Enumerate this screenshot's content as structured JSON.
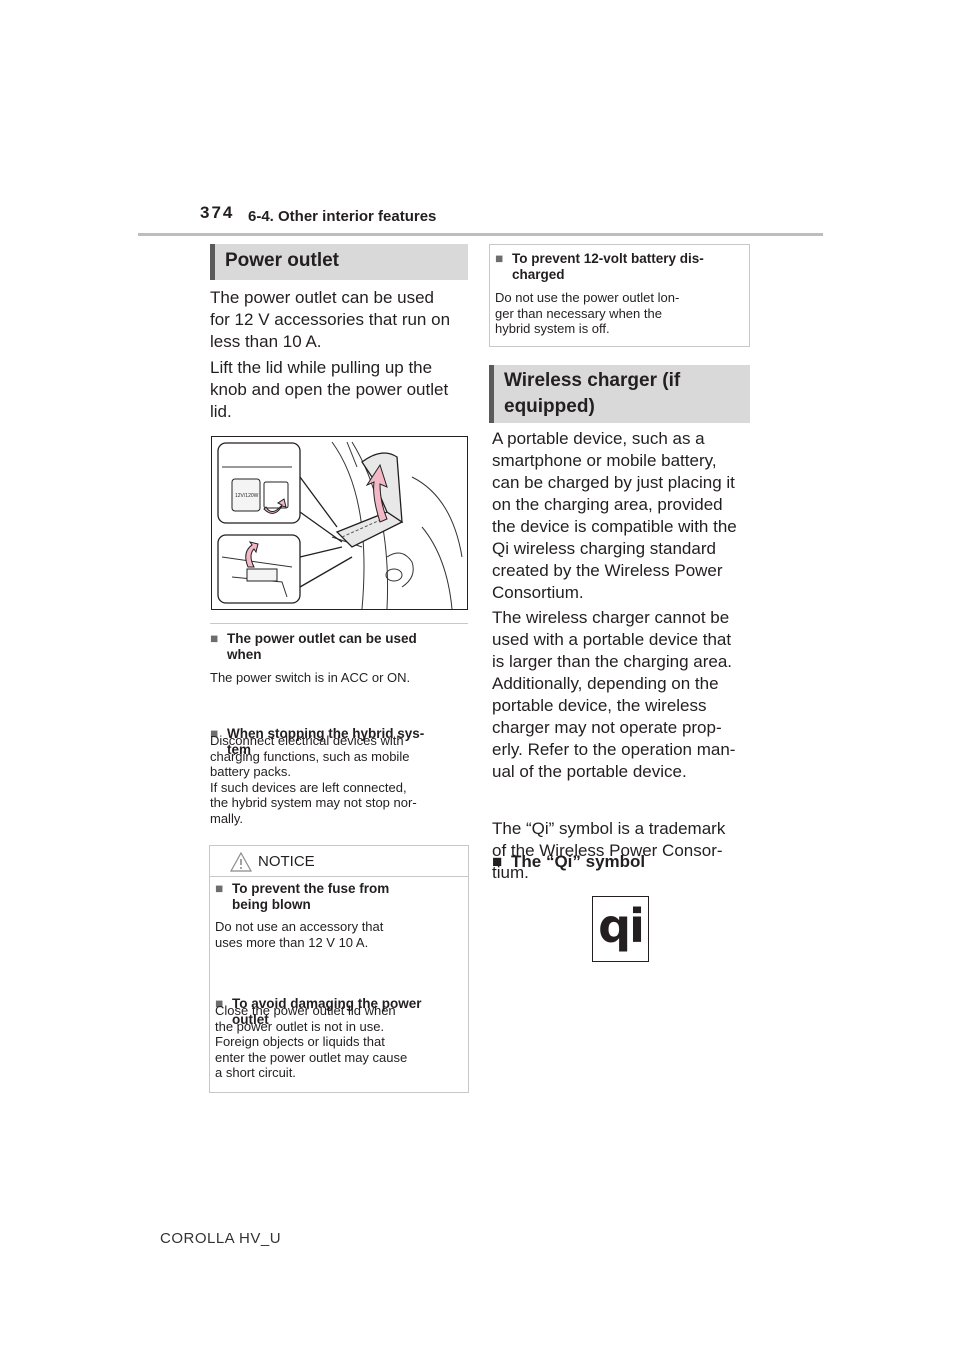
{
  "header": {
    "page_number": "374",
    "section_title": "6-4. Other interior features"
  },
  "left": {
    "power_outlet_heading": "Power outlet",
    "intro_lines": [
      "The power outlet can be used",
      "for 12 V accessories that run on",
      "less than 10 A."
    ],
    "instruction_lines": [
      "Lift the lid while pulling up the",
      "knob and open the power outlet",
      "lid."
    ],
    "figure_label": "12V/120W",
    "note1": {
      "bullet": "■",
      "title_lines": [
        "The power outlet can be used",
        "when"
      ],
      "body": "The power switch is in ACC or ON."
    },
    "note2": {
      "bullet": "■",
      "title_lines": [
        "When stopping the hybrid sys-",
        "tem"
      ],
      "body_lines": [
        "Disconnect electrical devices with",
        "charging functions, such as mobile",
        "battery packs.",
        "If such devices are left connected,",
        "the hybrid system may not stop nor-",
        "mally."
      ]
    },
    "notice": {
      "label": "NOTICE",
      "item1": {
        "bullet": "■",
        "title_lines": [
          "To prevent the fuse from",
          "being blown"
        ],
        "body_lines": [
          "Do not use an accessory that",
          "uses more than 12 V 10 A."
        ]
      },
      "item2": {
        "bullet": "■",
        "title_lines": [
          "To avoid damaging the power",
          "outlet"
        ],
        "body_lines": [
          "Close the power outlet lid when",
          "the power outlet is not in use.",
          "Foreign objects or liquids that",
          "enter the power outlet may cause",
          "a short circuit."
        ]
      }
    }
  },
  "right": {
    "battery_box": {
      "bullet": "■",
      "title_lines": [
        "To prevent 12-volt battery dis-",
        "charged"
      ],
      "body_lines": [
        "Do not use the power outlet lon-",
        "ger than necessary when the",
        "hybrid system is off."
      ]
    },
    "wireless_heading_lines": [
      "Wireless charger (if",
      "equipped)"
    ],
    "para1_lines": [
      "A portable device, such as a",
      "smartphone or mobile battery,",
      "can be charged by just placing it",
      "on the charging area, provided",
      "the device is compatible with the",
      "Qi wireless charging standard",
      "created by the Wireless Power",
      "Consortium."
    ],
    "para2_lines": [
      "The wireless charger cannot be",
      "used with a portable device that",
      "is larger than the charging area.",
      "Additionally, depending on the",
      "portable device, the wireless",
      "charger may not operate prop-",
      "erly. Refer to the operation man-",
      "ual of the portable device."
    ],
    "qi_heading": {
      "bullet": "■",
      "title": "The “Qi” symbol"
    },
    "qi_para_lines": [
      "The “Qi” symbol is a trademark",
      "of the Wireless Power Consor-",
      "tium."
    ],
    "qi_logo_text": "qi"
  },
  "footer": {
    "text": "COROLLA HV_U"
  }
}
